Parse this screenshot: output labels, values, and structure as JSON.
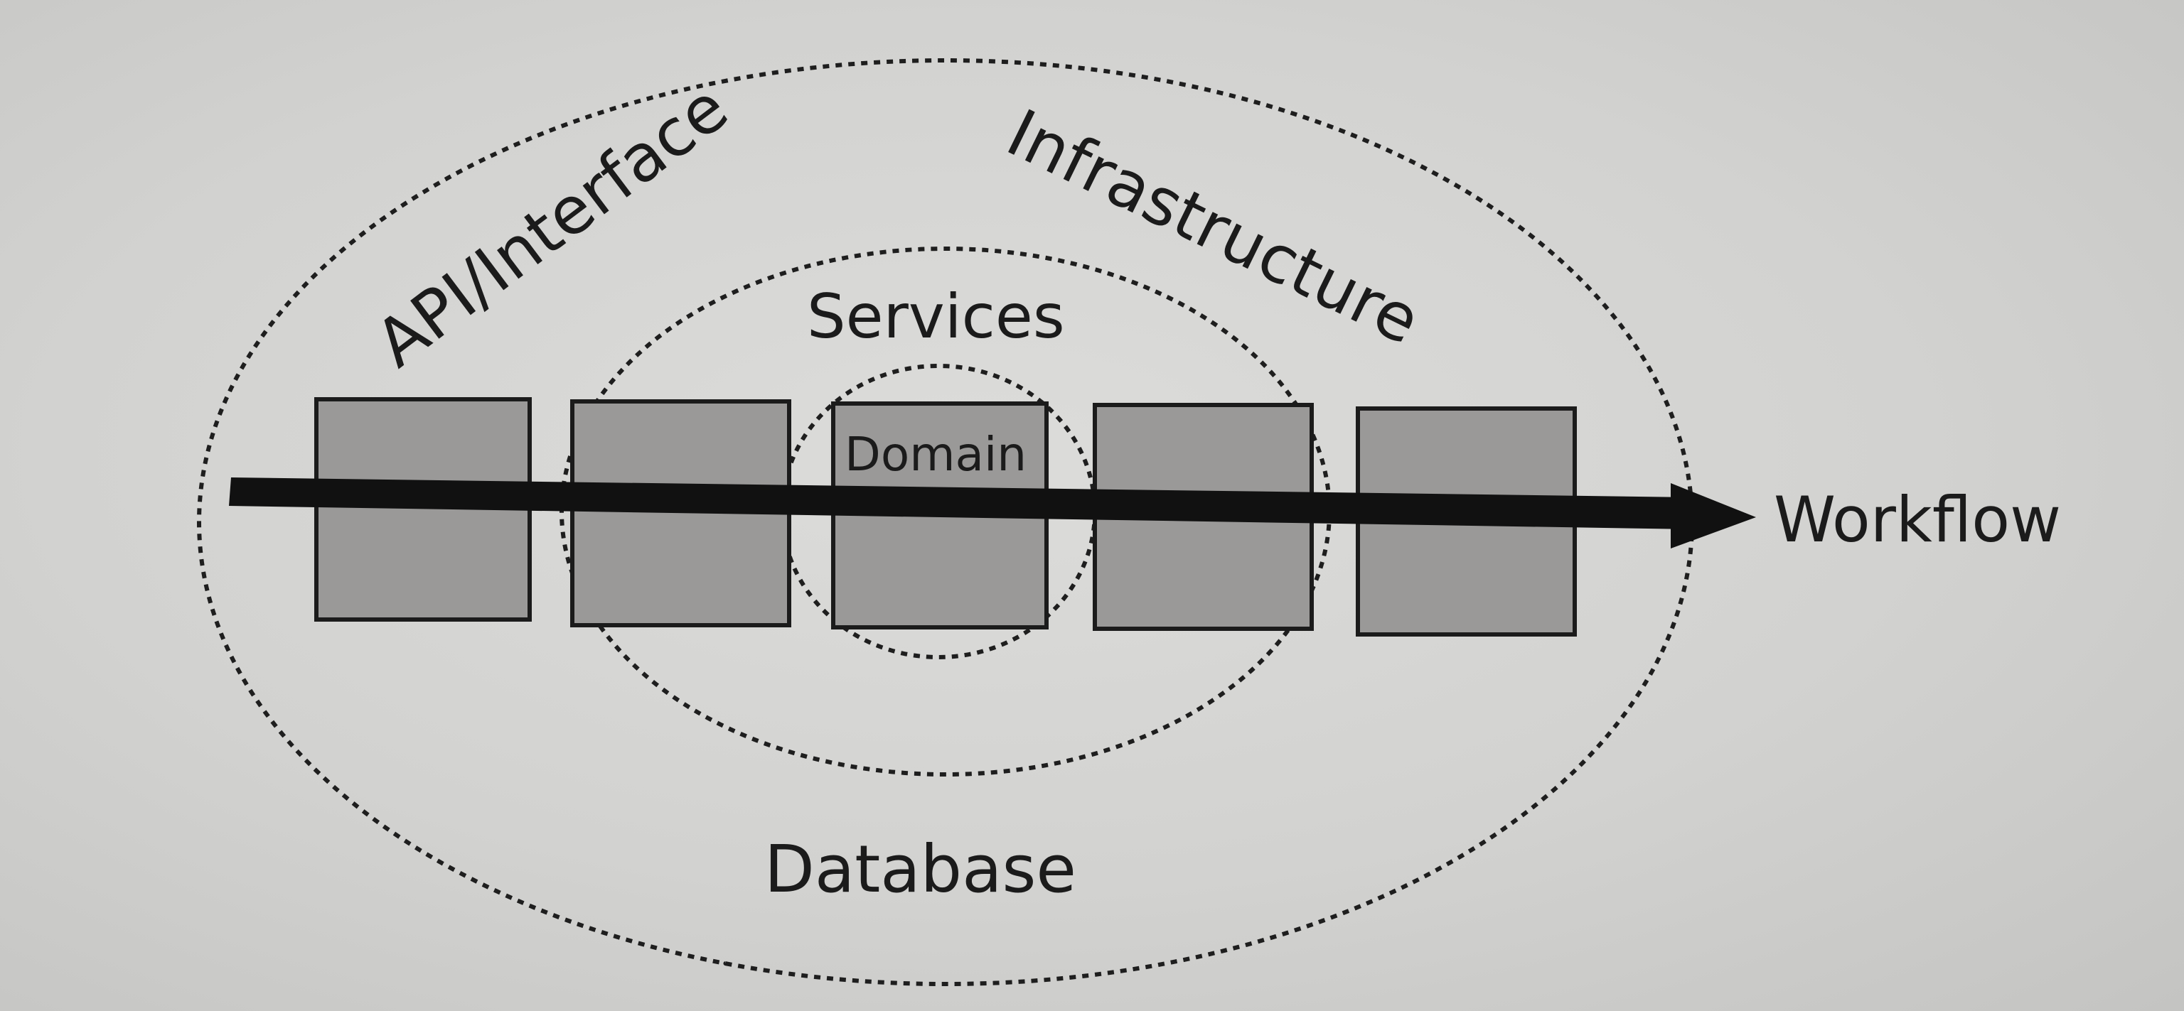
{
  "diagram": {
    "layers": {
      "infrastructure": "Infrastructure",
      "api": "API/Interface",
      "services": "Services",
      "domain": "Domain",
      "database": "Database"
    },
    "flow_label": "Workflow"
  }
}
